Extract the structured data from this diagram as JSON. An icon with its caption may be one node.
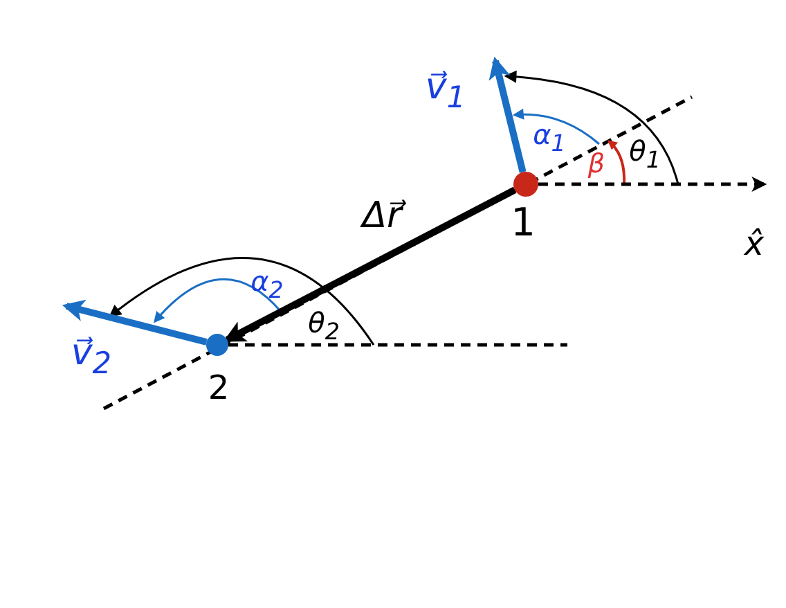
{
  "diagram": {
    "nodes": [
      {
        "text": [],
        "shape": "circle",
        "beside": [
          "1"
        ]
      },
      {
        "text": [],
        "shape": "circle",
        "beside": [
          "2"
        ]
      }
    ],
    "edges": [
      {
        "from": 0,
        "to": 1,
        "arrow": "to",
        "label": "Δr⃗"
      },
      {
        "from": 0,
        "to": null,
        "arrow": "to",
        "color": "#1a6fc4"
      },
      {
        "from": 1,
        "to": null,
        "arrow": "to",
        "color": "#1a6fc4"
      },
      {
        "from": 0,
        "to": null,
        "arrow": "to",
        "style": "dashed"
      }
    ],
    "labels": [
      "v⃗$_{1}$",
      "α$_{1}$",
      "β",
      "θ$_{1}$",
      "x̂",
      "α$_{2}$",
      "θ$_{2}$",
      "v⃗$_{2}$"
    ]
  }
}
